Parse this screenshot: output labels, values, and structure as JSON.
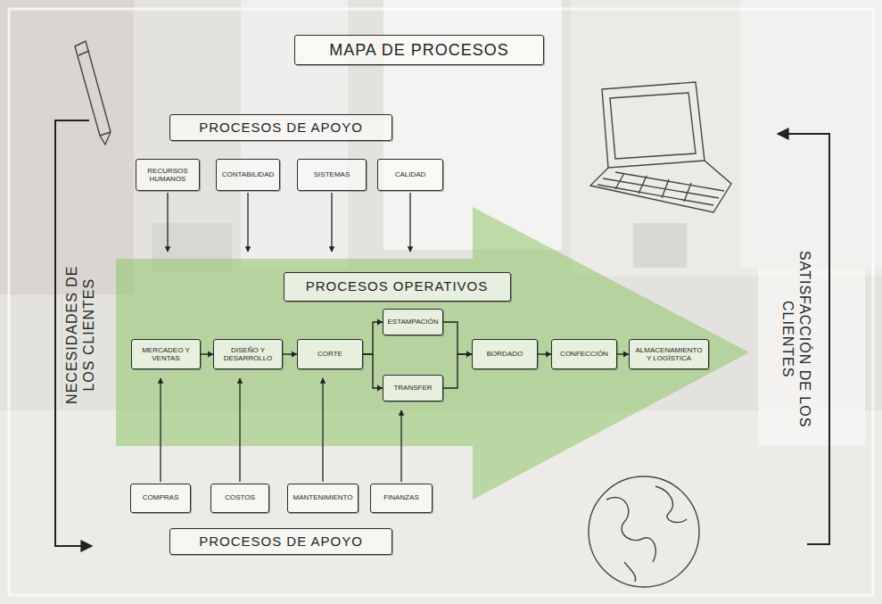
{
  "diagram": {
    "title": "MAPA DE PROCESOS",
    "nodes": [
      {
        "text": [
          "PROCESOS DE APOYO"
        ]
      },
      {
        "text": [
          "RECURSOS HUMANOS"
        ]
      },
      {
        "text": [
          "CONTABILIDAD"
        ]
      },
      {
        "text": [
          "SISTEMAS"
        ]
      },
      {
        "text": [
          "CALIDAD"
        ]
      },
      {
        "text": [
          "PROCESOS OPERATIVOS"
        ]
      },
      {
        "text": [
          "MERCADEO Y VENTAS"
        ]
      },
      {
        "text": [
          "DISEÑO Y DESARROLLO"
        ]
      },
      {
        "text": [
          "CORTE"
        ]
      },
      {
        "text": [
          "ESTAMPACIÓN"
        ]
      },
      {
        "text": [
          "TRANSFER"
        ]
      },
      {
        "text": [
          "BORDADO"
        ]
      },
      {
        "text": [
          "CONFECCIÓN"
        ]
      },
      {
        "text": [
          "ALMACENAMIENTO Y LOGÍSTICA"
        ]
      },
      {
        "text": [
          "COMPRAS"
        ]
      },
      {
        "text": [
          "COSTOS"
        ]
      },
      {
        "text": [
          "MANTENIMIENTO"
        ]
      },
      {
        "text": [
          "FINANZAS"
        ]
      },
      {
        "text": [
          "PROCESOS DE APOYO"
        ]
      }
    ],
    "edges": [
      {
        "from": 6,
        "to": 7,
        "arrow": "to"
      },
      {
        "from": 7,
        "to": 8,
        "arrow": "to"
      },
      {
        "from": 8,
        "to": 9,
        "arrow": "to"
      },
      {
        "from": 8,
        "to": 10,
        "arrow": "to"
      },
      {
        "from": 9,
        "to": 11,
        "arrow": "to"
      },
      {
        "from": 10,
        "to": 11,
        "arrow": "to"
      },
      {
        "from": 11,
        "to": 12,
        "arrow": "to"
      },
      {
        "from": 12,
        "to": 13,
        "arrow": "to"
      }
    ],
    "labels": [
      "NECESIDADES DE LOS CLIENTES",
      "SATISFACCIÓN DE LOS CLIENTES"
    ]
  }
}
